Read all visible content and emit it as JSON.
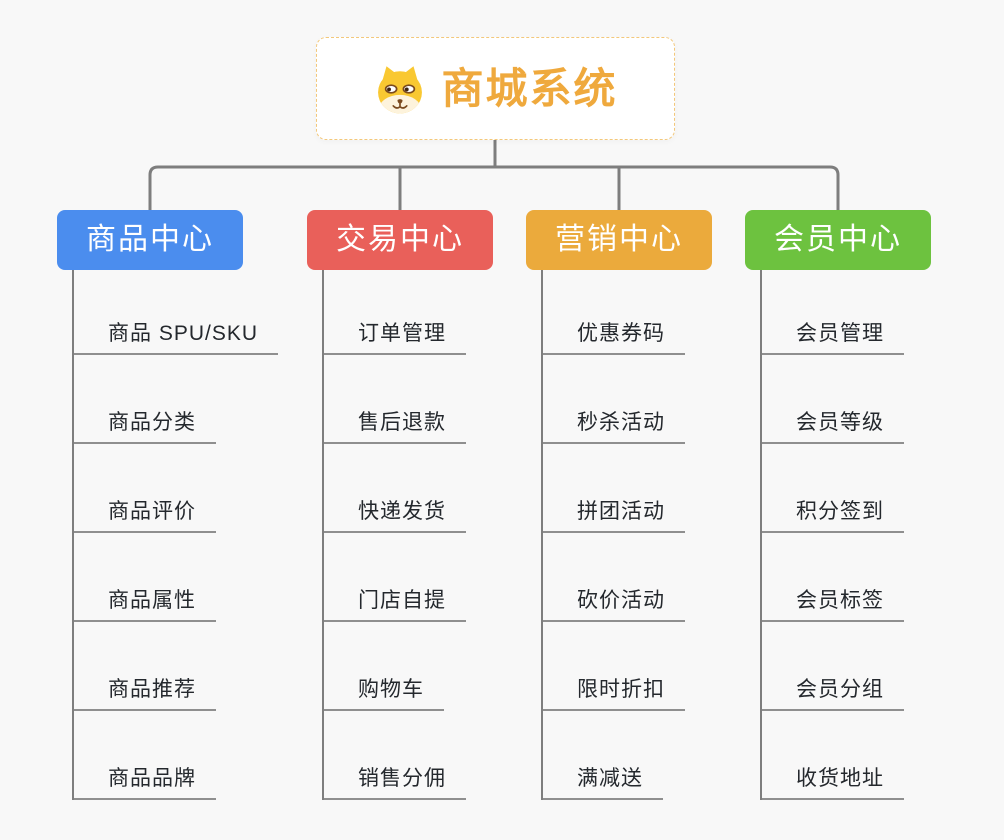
{
  "root": {
    "title": "商城系统",
    "icon": "doge-icon"
  },
  "branches": [
    {
      "label": "商品中心",
      "color": "#4b8dee",
      "children": [
        "商品 SPU/SKU",
        "商品分类",
        "商品评价",
        "商品属性",
        "商品推荐",
        "商品品牌"
      ]
    },
    {
      "label": "交易中心",
      "color": "#e9605a",
      "children": [
        "订单管理",
        "售后退款",
        "快递发货",
        "门店自提",
        "购物车",
        "销售分佣"
      ]
    },
    {
      "label": "营销中心",
      "color": "#ebaa3c",
      "children": [
        "优惠券码",
        "秒杀活动",
        "拼团活动",
        "砍价活动",
        "限时折扣",
        "满减送"
      ]
    },
    {
      "label": "会员中心",
      "color": "#6dc23f",
      "children": [
        "会员管理",
        "会员等级",
        "积分签到",
        "会员标签",
        "会员分组",
        "收货地址"
      ]
    }
  ],
  "colors": {
    "background": "#f8f8f8",
    "root_border": "#f3c87b",
    "root_title": "#efa93d",
    "connector": "#7e7e7e",
    "leaf_underline": "#8f8f8f",
    "leaf_text": "#24282d"
  }
}
